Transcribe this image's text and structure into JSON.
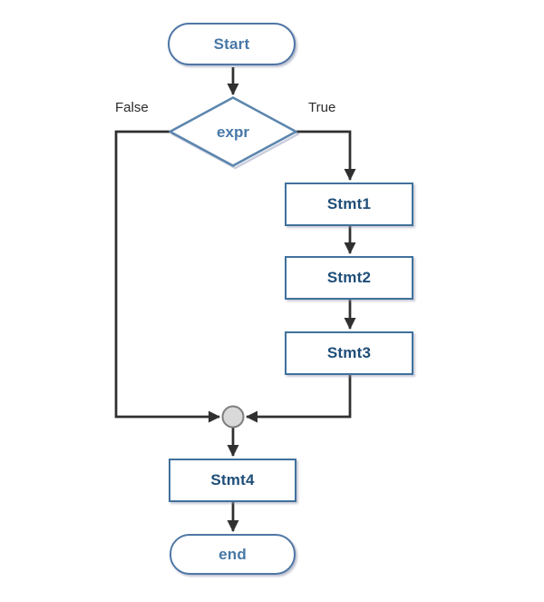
{
  "diagram": {
    "type": "flowchart",
    "nodes": {
      "start": {
        "label": "Start",
        "shape": "stadium"
      },
      "condition": {
        "label": "expr",
        "shape": "diamond"
      },
      "stmt1": {
        "label": "Stmt1",
        "shape": "rect"
      },
      "stmt2": {
        "label": "Stmt2",
        "shape": "rect"
      },
      "stmt3": {
        "label": "Stmt3",
        "shape": "rect"
      },
      "stmt4": {
        "label": "Stmt4",
        "shape": "rect"
      },
      "merge": {
        "label": "",
        "shape": "circle"
      },
      "end": {
        "label": "end",
        "shape": "stadium"
      }
    },
    "branch_labels": {
      "false_label": "False",
      "true_label": "True"
    },
    "edges": [
      {
        "from": "start",
        "to": "condition",
        "label": ""
      },
      {
        "from": "condition",
        "to": "stmt1",
        "label": "True"
      },
      {
        "from": "stmt1",
        "to": "stmt2",
        "label": ""
      },
      {
        "from": "stmt2",
        "to": "stmt3",
        "label": ""
      },
      {
        "from": "stmt3",
        "to": "merge",
        "label": ""
      },
      {
        "from": "condition",
        "to": "merge",
        "label": "False"
      },
      {
        "from": "merge",
        "to": "stmt4",
        "label": ""
      },
      {
        "from": "stmt4",
        "to": "end",
        "label": ""
      }
    ]
  },
  "colors": {
    "stadium_border": "#4f77a6",
    "rect_border": "#41719c",
    "stadium_text": "#4878a8",
    "rect_text": "#1f4e79",
    "diamond_border": "#5b85ad",
    "line": "#303030",
    "branch_label_text": "#2b2b2b",
    "merge_fill": "#d9d9d9",
    "merge_border": "#7f7f7f",
    "node_fill": "#ffffff"
  }
}
